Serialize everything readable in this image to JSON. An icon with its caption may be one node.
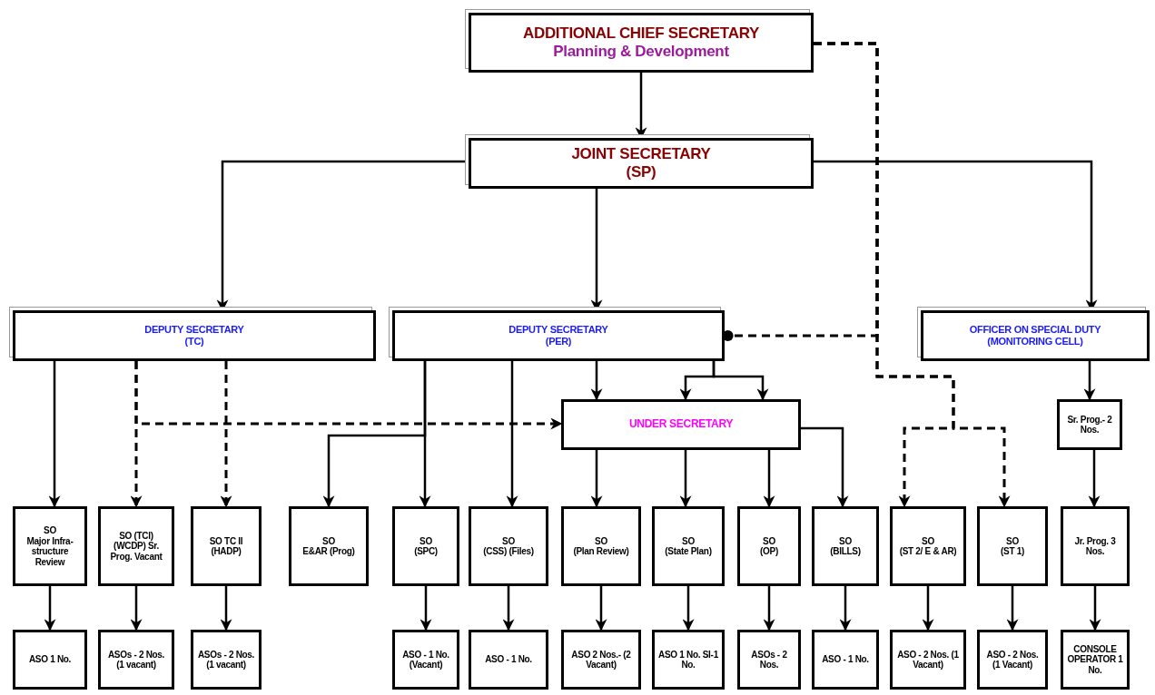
{
  "diagram": {
    "nodes": [
      {
        "text": [
          "ADDITIONAL CHIEF SECRETARY",
          "Planning & Development"
        ]
      },
      {
        "text": [
          "JOINT SECRETARY",
          "(SP)"
        ]
      },
      {
        "text": [
          "DEPUTY SECRETARY",
          "(TC)"
        ]
      },
      {
        "text": [
          "DEPUTY SECRETARY",
          "(PER)"
        ]
      },
      {
        "text": [
          "OFFICER ON SPECIAL DUTY",
          "(MONITORING CELL)"
        ]
      },
      {
        "text": [
          "UNDER SECRETARY"
        ]
      },
      {
        "text": [
          "Sr. Prog.- 2 Nos."
        ]
      },
      {
        "text": [
          "SO",
          "Major Infra-structure Review"
        ]
      },
      {
        "text": [
          "SO (TCI)",
          "(WCDP) Sr. Prog. Vacant"
        ]
      },
      {
        "text": [
          "SO TC II",
          "(HADP)"
        ]
      },
      {
        "text": [
          "SO",
          "E&AR (Prog)"
        ]
      },
      {
        "text": [
          "SO",
          "(SPC)"
        ]
      },
      {
        "text": [
          "SO",
          "(CSS) (Files)"
        ]
      },
      {
        "text": [
          "SO",
          "(Plan Review)"
        ]
      },
      {
        "text": [
          "SO",
          "(State Plan)"
        ]
      },
      {
        "text": [
          "SO",
          "(OP)"
        ]
      },
      {
        "text": [
          "SO",
          "(BILLS)"
        ]
      },
      {
        "text": [
          "SO",
          "(ST 2/ E & AR)"
        ]
      },
      {
        "text": [
          "SO",
          "(ST 1)"
        ]
      },
      {
        "text": [
          "Jr. Prog. 3 Nos."
        ]
      },
      {
        "text": [
          "ASO 1 No."
        ]
      },
      {
        "text": [
          "ASOs - 2 Nos. (1 vacant)"
        ]
      },
      {
        "text": [
          "ASOs - 2 Nos. (1 vacant)"
        ]
      },
      {
        "text": [
          "ASO - 1 No. (Vacant)"
        ]
      },
      {
        "text": [
          "ASO - 1 No."
        ]
      },
      {
        "text": [
          "ASO 2 Nos.- (2 Vacant)"
        ]
      },
      {
        "text": [
          "ASO 1 No. SI-1 No."
        ]
      },
      {
        "text": [
          "ASOs - 2 Nos."
        ]
      },
      {
        "text": [
          "ASO - 1 No."
        ]
      },
      {
        "text": [
          "ASO - 2 Nos. (1 Vacant)"
        ]
      },
      {
        "text": [
          "ASO - 2 Nos. (1 Vacant)"
        ]
      },
      {
        "text": [
          "CONSOLE OPERATOR 1 No."
        ]
      }
    ],
    "edges": [
      {
        "from": 0,
        "to": 1,
        "arrow": "to"
      },
      {
        "from": 1,
        "to": 2,
        "arrow": "to"
      },
      {
        "from": 1,
        "to": 3,
        "arrow": "to"
      },
      {
        "from": 1,
        "to": 4,
        "arrow": "to"
      },
      {
        "from": 0,
        "to": 3,
        "arrow": "other",
        "style": "dashed"
      },
      {
        "from": 0,
        "to": 17,
        "arrow": "to",
        "style": "dashed"
      },
      {
        "from": 0,
        "to": 18,
        "arrow": "to",
        "style": "dashed"
      },
      {
        "from": 2,
        "to": 7,
        "arrow": "to"
      },
      {
        "from": 2,
        "to": 8,
        "arrow": "to",
        "style": "dashed"
      },
      {
        "from": 2,
        "to": 9,
        "arrow": "to",
        "style": "dashed"
      },
      {
        "from": 2,
        "to": 5,
        "arrow": "to",
        "style": "dashed"
      },
      {
        "from": 3,
        "to": 10,
        "arrow": "to"
      },
      {
        "from": 3,
        "to": 11,
        "arrow": "to"
      },
      {
        "from": 3,
        "to": 12,
        "arrow": "to"
      },
      {
        "from": 3,
        "to": 5,
        "arrow": "to"
      },
      {
        "from": 3,
        "to": 5,
        "arrow": "to"
      },
      {
        "from": 3,
        "to": 5,
        "arrow": "to"
      },
      {
        "from": 5,
        "to": 13,
        "arrow": "to"
      },
      {
        "from": 5,
        "to": 14,
        "arrow": "to"
      },
      {
        "from": 5,
        "to": 15,
        "arrow": "to"
      },
      {
        "from": 5,
        "to": 16,
        "arrow": "to"
      },
      {
        "from": 4,
        "to": 6,
        "arrow": "to"
      },
      {
        "from": 6,
        "to": 19,
        "arrow": "to"
      },
      {
        "from": 7,
        "to": 20,
        "arrow": "to"
      },
      {
        "from": 8,
        "to": 21,
        "arrow": "to"
      },
      {
        "from": 9,
        "to": 22,
        "arrow": "to"
      },
      {
        "from": 11,
        "to": 23,
        "arrow": "to"
      },
      {
        "from": 12,
        "to": 24,
        "arrow": "to"
      },
      {
        "from": 13,
        "to": 25,
        "arrow": "to"
      },
      {
        "from": 14,
        "to": 26,
        "arrow": "to"
      },
      {
        "from": 15,
        "to": 27,
        "arrow": "to"
      },
      {
        "from": 16,
        "to": 28,
        "arrow": "to"
      },
      {
        "from": 17,
        "to": 29,
        "arrow": "to"
      },
      {
        "from": 18,
        "to": 30,
        "arrow": "to"
      },
      {
        "from": 19,
        "to": 31,
        "arrow": "to"
      }
    ]
  }
}
